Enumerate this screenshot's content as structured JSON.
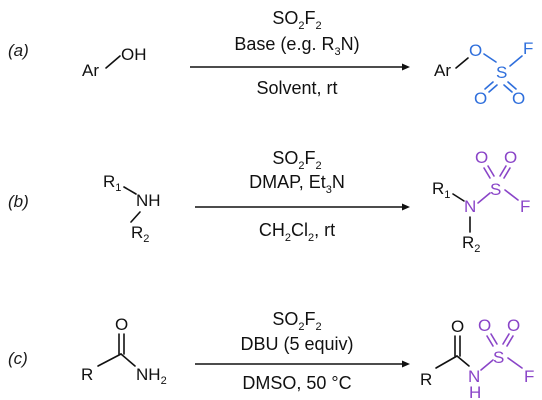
{
  "colors": {
    "ink": "#111111",
    "fluorosulfate_blue": "#2f6fdc",
    "sulfamoyl_purple": "#8a45c8"
  },
  "rows": [
    {
      "label": "(a)",
      "reactant": {
        "ar": "Ar",
        "oh": "OH"
      },
      "reagent_line1": {
        "main": "SO",
        "sub": "2",
        "main2": "F",
        "sub2": "2"
      },
      "reagent_line2": {
        "pre": "Base (e.g. R",
        "sub": "3",
        "post": "N)"
      },
      "condition": "Solvent, rt",
      "product": {
        "ar": "Ar",
        "o": "O",
        "s": "S",
        "o_down1": "O",
        "o_down2": "O",
        "f": "F"
      }
    },
    {
      "label": "(b)",
      "reactant": {
        "r1": "R",
        "r1_sub": "1",
        "nh": "NH",
        "r2": "R",
        "r2_sub": "2"
      },
      "reagent_line1": {
        "main": "SO",
        "sub": "2",
        "main2": "F",
        "sub2": "2"
      },
      "reagent_line2": {
        "pre": "DMAP, Et",
        "sub": "3",
        "post": "N"
      },
      "condition": {
        "pre": "CH",
        "sub1": "2",
        "mid": "Cl",
        "sub2": "2",
        "post": ", rt"
      },
      "product": {
        "r1": "R",
        "r1_sub": "1",
        "n": "N",
        "s": "S",
        "o1": "O",
        "o2": "O",
        "f": "F",
        "r2": "R",
        "r2_sub": "2"
      }
    },
    {
      "label": "(c)",
      "reactant": {
        "o": "O",
        "r": "R",
        "nh": "NH",
        "nh_sub": "2"
      },
      "reagent_line1": {
        "main": "SO",
        "sub": "2",
        "main2": "F",
        "sub2": "2"
      },
      "reagent_line2": "DBU (5 equiv)",
      "condition": "DMSO, 50 °C",
      "product": {
        "o": "O",
        "r": "R",
        "n": "N",
        "h": "H",
        "s": "S",
        "o1": "O",
        "o2": "O",
        "f": "F"
      }
    }
  ]
}
